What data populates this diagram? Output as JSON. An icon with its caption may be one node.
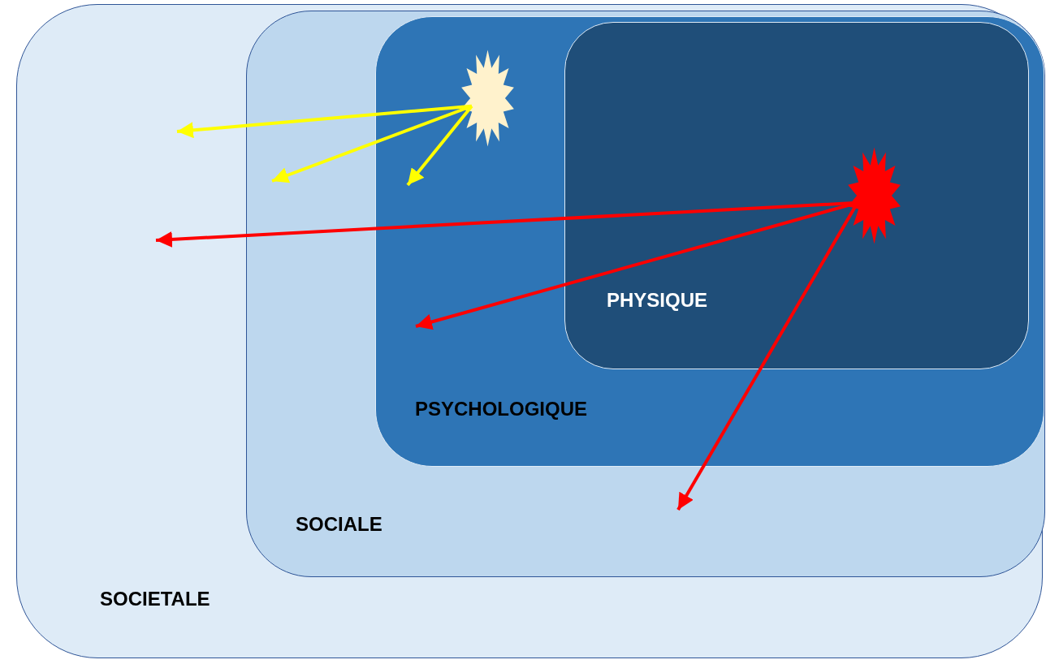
{
  "diagram": {
    "nodes": [
      {
        "text": [
          "SOCIETALE"
        ]
      },
      {
        "text": [
          "SOCIALE"
        ],
        "in": 0
      },
      {
        "text": [
          "PSYCHOLOGIQUE"
        ],
        "in": 1
      },
      {
        "text": [
          "PHYSIQUE"
        ],
        "in": 2
      },
      {
        "text": [],
        "shape": "star",
        "in": 2
      },
      {
        "text": [],
        "shape": "star",
        "in": 3
      }
    ],
    "edges": [
      {
        "from": 4,
        "to": null,
        "arrow": "to",
        "color": "#ffff00"
      },
      {
        "from": 4,
        "to": null,
        "arrow": "to",
        "color": "#ffff00"
      },
      {
        "from": 4,
        "to": null,
        "arrow": "to",
        "color": "#ffff00"
      },
      {
        "from": 5,
        "to": null,
        "arrow": "to",
        "color": "#ff0000"
      },
      {
        "from": 5,
        "to": null,
        "arrow": "to",
        "color": "#ff0000"
      },
      {
        "from": 5,
        "to": null,
        "arrow": "to",
        "color": "#ff0000"
      }
    ]
  }
}
